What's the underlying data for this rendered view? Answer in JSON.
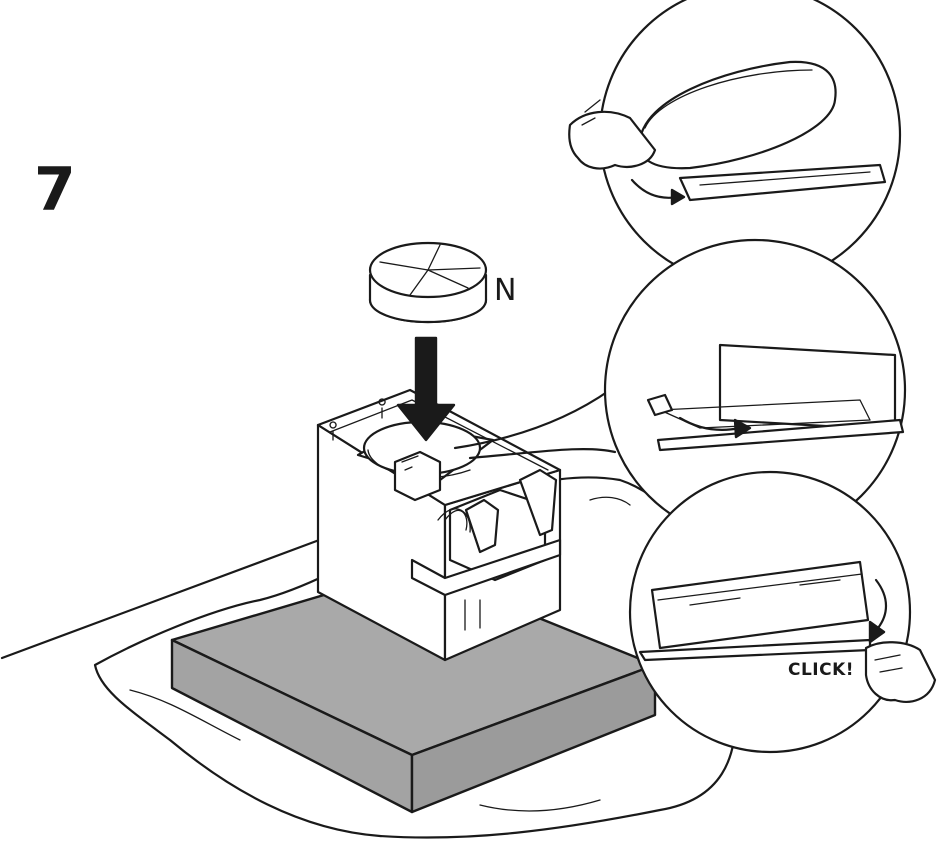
{
  "step": {
    "number": "7"
  },
  "part": {
    "label": "N"
  },
  "detail_bottom": {
    "caption": "CLICK!"
  },
  "colors": {
    "line": "#1a1a1a",
    "box_fill": "#a9a9a9",
    "background": "#ffffff"
  },
  "icons": [
    "hand-icon",
    "down-arrow-icon",
    "curved-arrow-icon"
  ]
}
